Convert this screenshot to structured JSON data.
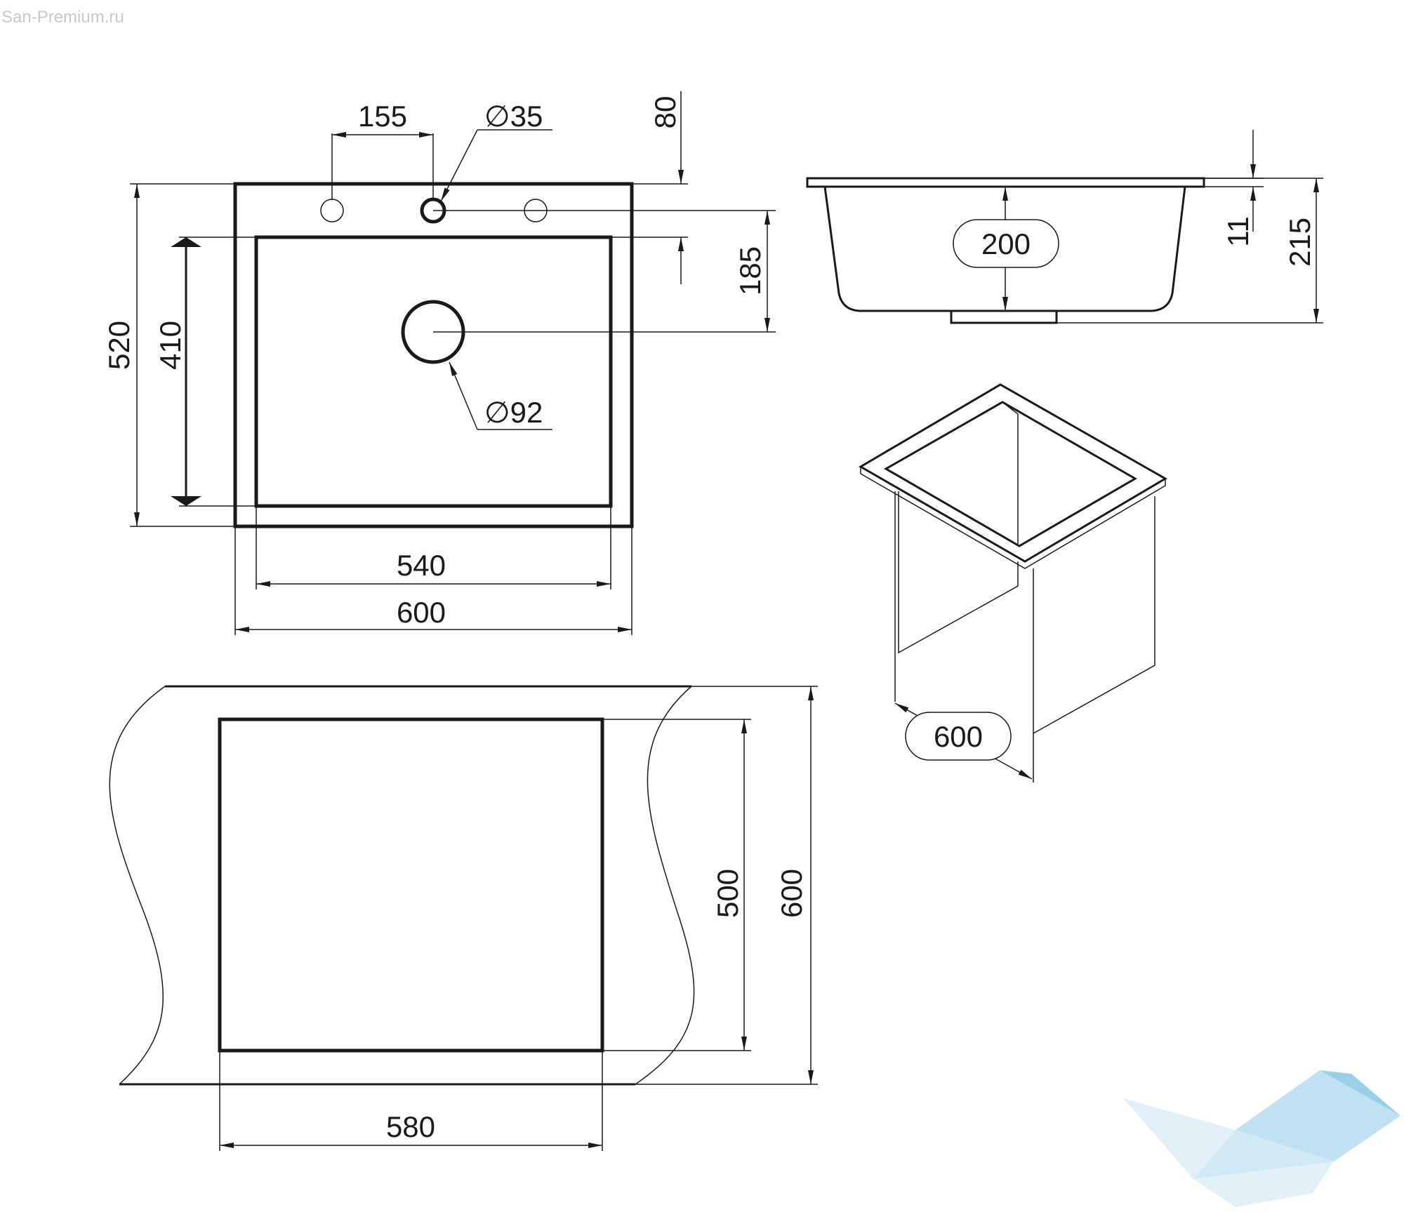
{
  "watermark": "San-Premium.ru",
  "colors": {
    "line": "#1a1a1a",
    "logo_light": "#dff0f8",
    "logo_mid": "#b9def0",
    "logo_dark": "#8ecbe6"
  },
  "top_view": {
    "dim_faucet_offset": "155",
    "dim_faucet_hole": "∅35",
    "dim_rim_offset": "80",
    "dim_drain_offset": "185",
    "dim_outer_height": "520",
    "dim_inner_height": "410",
    "dim_drain_hole": "∅92",
    "dim_inner_width": "540",
    "dim_outer_width": "600"
  },
  "side_view": {
    "dim_bowl_depth": "200",
    "dim_rim_thickness": "11",
    "dim_total_height": "215"
  },
  "cabinet": {
    "dim_width": "600"
  },
  "cutout": {
    "dim_cut_height": "500",
    "dim_worktop_depth": "600",
    "dim_cut_width": "580"
  }
}
